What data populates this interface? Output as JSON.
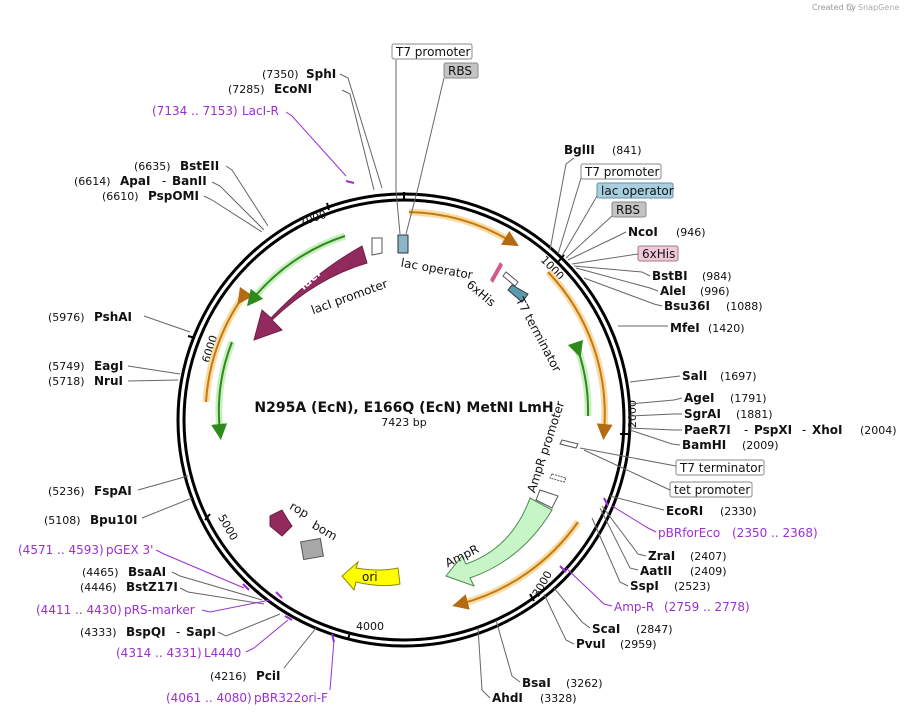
{
  "credit": "Created by",
  "brand": "SnapGene",
  "map": {
    "title": "N295A (EcN), E166Q (EcN) MetNI LmH",
    "length": "7423 bp"
  },
  "ticks": [
    "1000",
    "2000",
    "3000",
    "4000",
    "5000",
    "6000",
    "7000"
  ],
  "features": {
    "laci": "lacI",
    "laci_promoter": "lacI promoter",
    "lac_operator": "lac operator",
    "six_his": "6xHis",
    "t7_terminator": "T7 terminator",
    "ampr_promoter": "AmpR promoter",
    "ampr": "AmpR",
    "ori": "ori",
    "rop": "rop",
    "bom": "bom"
  },
  "boxed": {
    "t7_promoter_top": "T7 promoter",
    "rbs_top": "RBS",
    "t7_promoter_right": "T7 promoter",
    "lac_operator_right": "lac operator",
    "rbs_right": "RBS",
    "six_his_right": "6xHis",
    "t7_terminator_right": "T7 terminator",
    "tet_promoter": "tet promoter"
  },
  "enzymes_left": [
    {
      "pos": "(7350)",
      "name": "SphI"
    },
    {
      "pos": "(7285)",
      "name": "EcoNI"
    },
    {
      "pos": "(6635)",
      "name": "BstEII"
    },
    {
      "pos": "(6614)",
      "name": "ApaI",
      "name2": "BanII"
    },
    {
      "pos": "(6610)",
      "name": "PspOMI"
    },
    {
      "pos": "(5976)",
      "name": "PshAI"
    },
    {
      "pos": "(5749)",
      "name": "EagI"
    },
    {
      "pos": "(5718)",
      "name": "NruI"
    },
    {
      "pos": "(5236)",
      "name": "FspAI"
    },
    {
      "pos": "(5108)",
      "name": "Bpu10I"
    },
    {
      "pos": "(4465)",
      "name": "BsaAI"
    },
    {
      "pos": "(4446)",
      "name": "BstZ17I"
    },
    {
      "pos": "(4333)",
      "name": "BspQI",
      "name2": "SapI"
    },
    {
      "pos": "(4216)",
      "name": "PciI"
    }
  ],
  "enzymes_right": [
    {
      "name": "BglII",
      "pos": "(841)"
    },
    {
      "name": "NcoI",
      "pos": "(946)"
    },
    {
      "name": "BstBI",
      "pos": "(984)"
    },
    {
      "name": "AleI",
      "pos": "(996)"
    },
    {
      "name": "Bsu36I",
      "pos": "(1088)"
    },
    {
      "name": "MfeI",
      "pos": "(1420)"
    },
    {
      "name": "SalI",
      "pos": "(1697)"
    },
    {
      "name": "AgeI",
      "pos": "(1791)"
    },
    {
      "name": "SgrAI",
      "pos": "(1881)"
    },
    {
      "name": "PaeR7I",
      "name2": "PspXI",
      "name3": "XhoI",
      "pos": "(2004)"
    },
    {
      "name": "BamHI",
      "pos": "(2009)"
    },
    {
      "name": "EcoRI",
      "pos": "(2330)"
    },
    {
      "name": "ZraI",
      "pos": "(2407)"
    },
    {
      "name": "AatII",
      "pos": "(2409)"
    },
    {
      "name": "SspI",
      "pos": "(2523)"
    },
    {
      "name": "ScaI",
      "pos": "(2847)"
    },
    {
      "name": "PvuI",
      "pos": "(2959)"
    },
    {
      "name": "BsaI",
      "pos": "(3262)"
    },
    {
      "name": "AhdI",
      "pos": "(3328)"
    }
  ],
  "primers": {
    "laci_r": {
      "range": "(7134 .. 7153)",
      "name": "LacI-R"
    },
    "pbrforeco": {
      "name": "pBRforEco",
      "range": "(2350 .. 2368)"
    },
    "amp_r": {
      "name": "Amp-R",
      "range": "(2759 .. 2778)"
    },
    "pgex3": {
      "range": "(4571 .. 4593)",
      "name": "pGEX 3'"
    },
    "prs_marker": {
      "range": "(4411 .. 4430)",
      "name": "pRS-marker"
    },
    "l4440": {
      "range": "(4314 .. 4331)",
      "name": "L4440"
    },
    "pbr322ori_f": {
      "range": "(4061 .. 4080)",
      "name": "pBR322ori-F"
    }
  },
  "colors": {
    "laci": "#922a5e",
    "ampr": "#c8f5c8",
    "ori": "#ffff00",
    "orange_arc": "#e2962e",
    "green_arc": "#6ac14a",
    "primer": "#9a2fd6",
    "lac_operator_box": "#a8cfe0",
    "rbs_box": "#c4c4c4",
    "his_box": "#f0c8d8"
  }
}
